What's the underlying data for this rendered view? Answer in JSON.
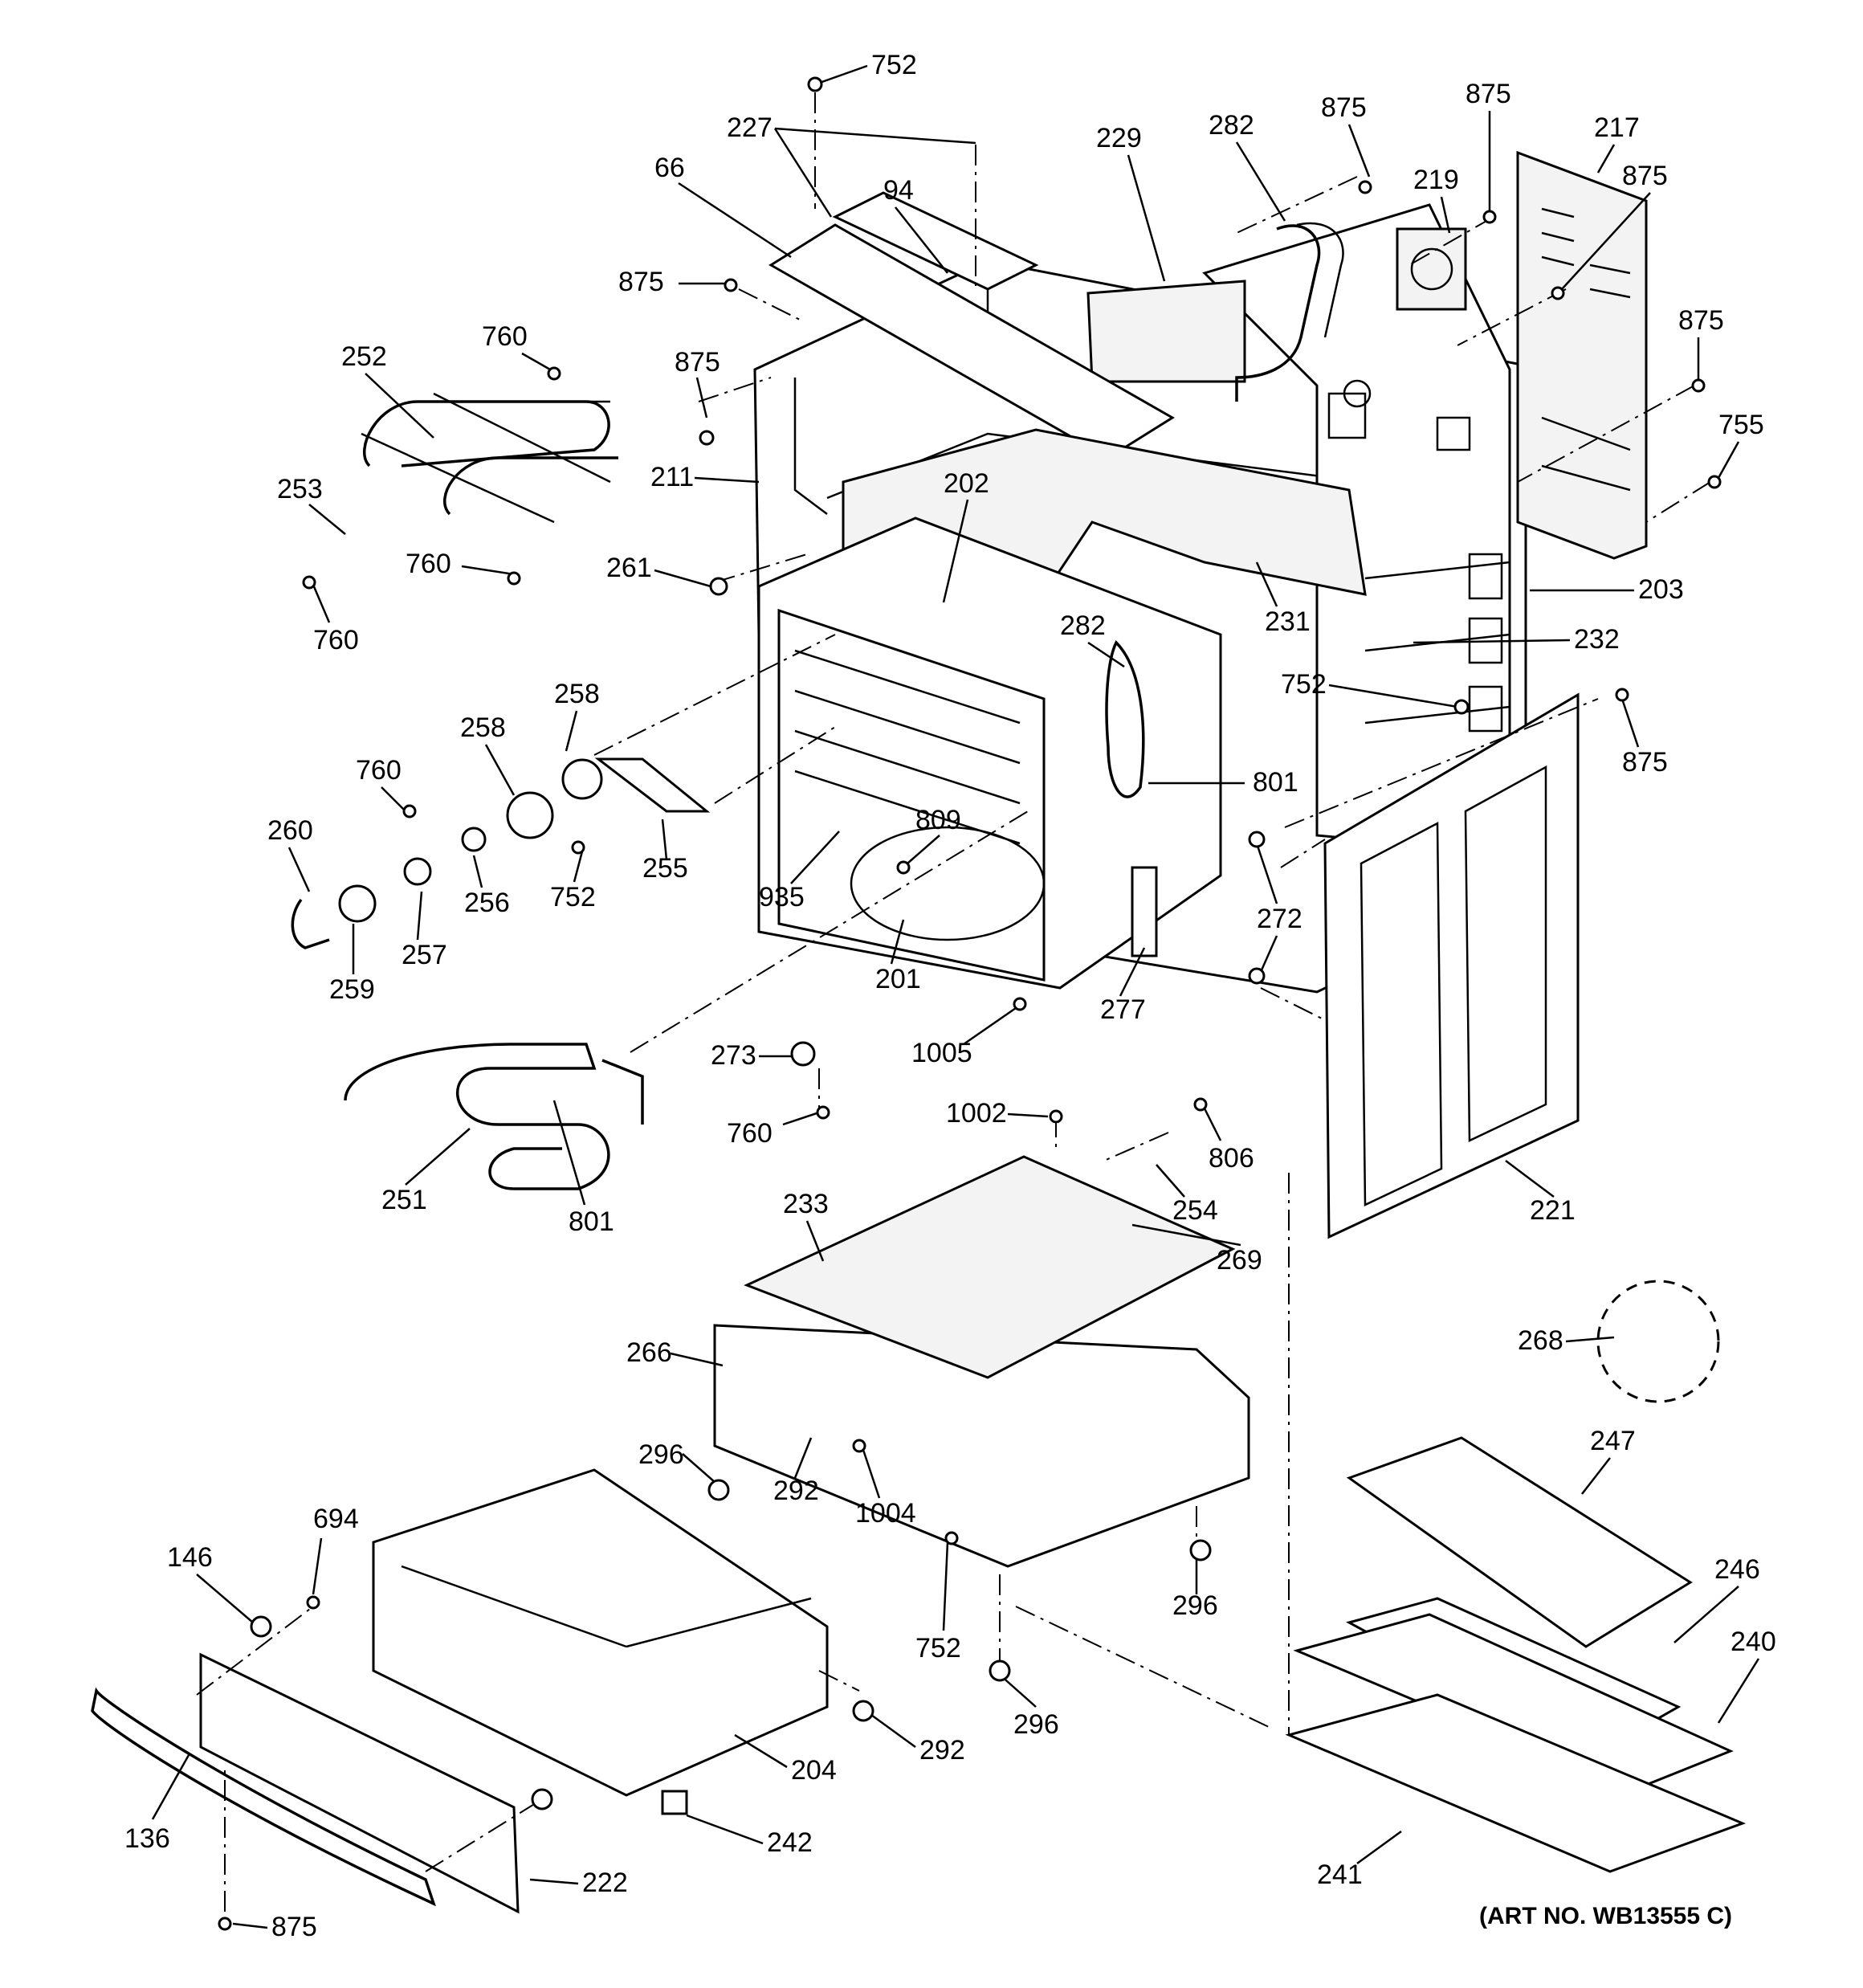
{
  "art_number": "(ART NO. WB13555 C)",
  "labels": {
    "l752_top": "752",
    "l227": "227",
    "l66": "66",
    "l94": "94",
    "l875_a": "875",
    "l875_b": "875",
    "l229": "229",
    "l282_top": "282",
    "l875_c": "875",
    "l219": "219",
    "l875_d": "875",
    "l217": "217",
    "l875_e": "875",
    "l875_f": "875",
    "l755": "755",
    "l760_a": "760",
    "l252": "252",
    "l253": "253",
    "l760_b": "760",
    "l760_c": "760",
    "l211": "211",
    "l202": "202",
    "l261": "261",
    "l231": "231",
    "l203": "203",
    "l282_mid": "282",
    "l232": "232",
    "l752_mid": "752",
    "l875_g": "875",
    "l258_a": "258",
    "l258_b": "258",
    "l760_d": "760",
    "l260": "260",
    "l255": "255",
    "l256": "256",
    "l752_c": "752",
    "l257": "257",
    "l259": "259",
    "l809": "809",
    "l935": "935",
    "l801_a": "801",
    "l272": "272",
    "l201": "201",
    "l277": "277",
    "l1005": "1005",
    "l273": "273",
    "l760_e": "760",
    "l251": "251",
    "l801_b": "801",
    "l1002": "1002",
    "l806": "806",
    "l254": "254",
    "l221": "221",
    "l233": "233",
    "l269": "269",
    "l268": "268",
    "l266": "266",
    "l296_a": "296",
    "l292_a": "292",
    "l1004": "1004",
    "l247": "247",
    "l694": "694",
    "l146": "146",
    "l296_b": "296",
    "l752_d": "752",
    "l246": "246",
    "l240": "240",
    "l296_c": "296",
    "l292_b": "292",
    "l204": "204",
    "l136": "136",
    "l242": "242",
    "l222": "222",
    "l241": "241",
    "l875_h": "875"
  }
}
